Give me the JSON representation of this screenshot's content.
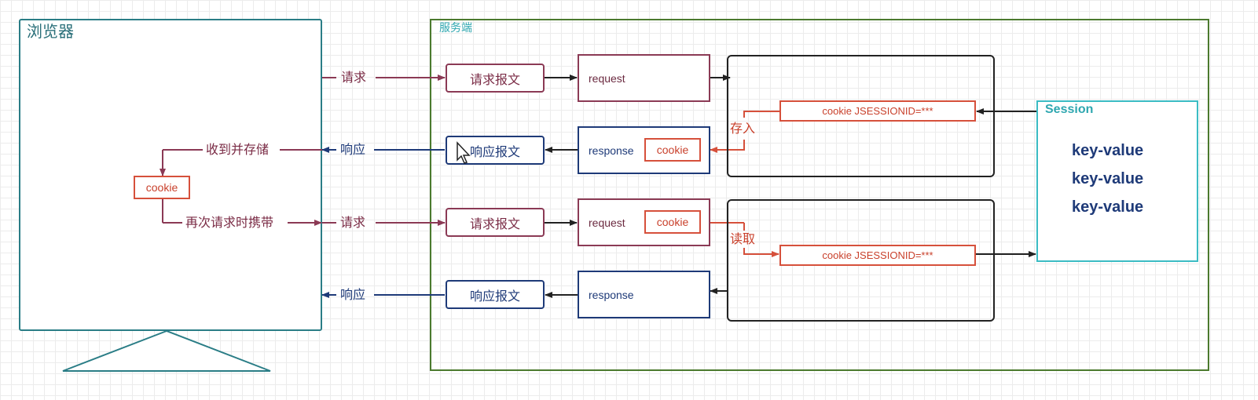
{
  "browser": {
    "title": "浏览器"
  },
  "server": {
    "title": "服务端"
  },
  "flows": {
    "req1_label": "请求",
    "resp1_label": "响应",
    "store_label": "收到并存储",
    "resend_label": "再次请求时携带",
    "req2_label": "请求",
    "resp2_label": "响应"
  },
  "client_cookie": "cookie",
  "messages": {
    "request_msg_1": "请求报文",
    "response_msg_1": "响应报文",
    "request_msg_2": "请求报文",
    "response_msg_2": "响应报文"
  },
  "objects": {
    "request_1": "request",
    "response_1": "response",
    "response_1_cookie": "cookie",
    "request_2": "request",
    "request_2_cookie": "cookie",
    "response_2": "response"
  },
  "processing": {
    "store_action": "存入",
    "read_action": "读取",
    "jsessionid_1": "cookie   JSESSIONID=***",
    "jsessionid_2": "cookie   JSESSIONID=***"
  },
  "session": {
    "title": "Session",
    "entries": [
      "key-value",
      "key-value",
      "key-value"
    ]
  },
  "colors": {
    "request": "#8b3a55",
    "response": "#1e3a78",
    "cookie": "#d6503b",
    "session": "#3bbcc4",
    "server_border": "#4b7a2e",
    "browser_border": "#2a7d86"
  }
}
